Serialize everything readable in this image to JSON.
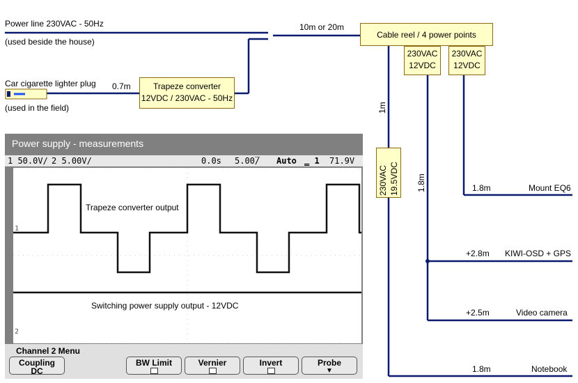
{
  "labels": {
    "power_line": "Power line 230VAC - 50Hz",
    "used_house": "(used beside the house)",
    "car_plug": "Car cigarette lighter plug",
    "used_field": "(used in the field)",
    "len_07": "0.7m",
    "len_10_20": "10m or 20m",
    "len_1m": "1m",
    "len_18_vert": "1.8m",
    "len_18_eq6": "1.8m",
    "mount_eq6": "Mount EQ6",
    "len_28": "+2.8m",
    "kiwi": "KIWI-OSD + GPS",
    "len_25": "+2.5m",
    "video": "Video camera",
    "len_18_nb": "1.8m",
    "notebook": "Notebook"
  },
  "boxes": {
    "trapeze_line1": "Trapeze converter",
    "trapeze_line2": "12VDC / 230VAC - 50Hz",
    "cable_reel": "Cable reel / 4 power points",
    "pp1_line1": "230VAC",
    "pp1_line2": "12VDC",
    "pp2_line1": "230VAC",
    "pp2_line2": "12VDC",
    "psu_line1": "230VAC",
    "psu_line2": "19.5VDC"
  },
  "scope": {
    "title": "Power supply - measurements",
    "ch1": "1 50.0V/",
    "ch2": "2 5.00V/",
    "delay": "0.0s",
    "timebase": "5.00̅/",
    "mode": "Auto",
    "trig": "̳ 1",
    "trig_level": "71.9V",
    "trace1_label": "Trapeze converter output",
    "trace2_label": "Switching power supply output - 12VDC",
    "menu_title": "Channel 2 Menu",
    "softkeys": {
      "coupling_line1": "Coupling",
      "coupling_line2": "DC",
      "bw_limit": "BW Limit",
      "vernier": "Vernier",
      "invert": "Invert",
      "probe": "Probe"
    }
  },
  "colors": {
    "wire": "#0a1a6e",
    "box_fill": "#ffffc8",
    "scope_frame": "#808080"
  }
}
